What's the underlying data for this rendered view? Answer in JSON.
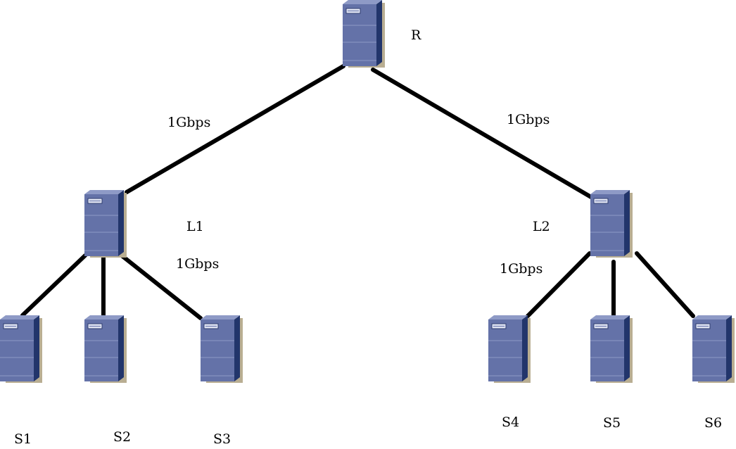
{
  "nodes": {
    "root": "R",
    "leaf1": "L1",
    "leaf2": "L2",
    "s1": "S1",
    "s2": "S2",
    "s3": "S3",
    "s4": "S4",
    "s5": "S5",
    "s6": "S6"
  },
  "links": {
    "root_l1": "1Gbps",
    "root_l2": "1Gbps",
    "l1_servers": "1Gbps",
    "l2_servers": "1Gbps"
  },
  "icons": {
    "server": "server-tower-icon"
  },
  "colors": {
    "server_front": "#6472a8",
    "server_side": "#22356b",
    "server_top": "#8e9ac6",
    "server_shadow": "#b9ae92",
    "link": "#000000"
  }
}
